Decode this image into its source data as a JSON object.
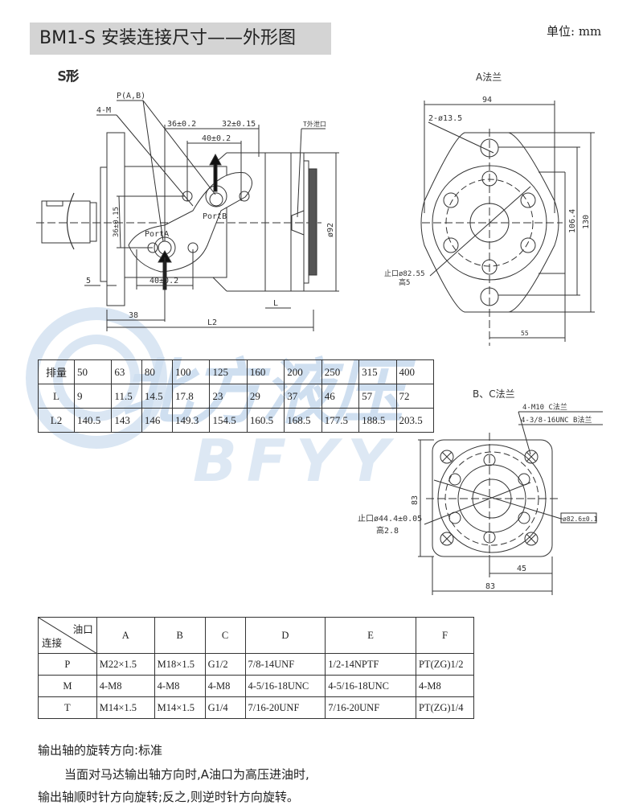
{
  "header": {
    "title": "BM1-S 安装连接尺寸——外形图",
    "unit": "单位: mm"
  },
  "watermark": {
    "cn": "北方液压",
    "en": "BFYY"
  },
  "side_view": {
    "label": "S形",
    "port_ab": "P(A,B)",
    "mount": "4-M",
    "d1": "36±0.2",
    "d2": "32±0.15",
    "d3": "40±0.2",
    "d4": "36±0.15",
    "d5": "40±0.2",
    "d6": "5",
    "d7": "38",
    "d8": "L2",
    "d9": "L",
    "d10": "ø92",
    "port_a": "PortA",
    "port_b": "PortB",
    "t_port": "T外泄口"
  },
  "flange_a": {
    "label": "A法兰",
    "w": "94",
    "holes": "2-ø13.5",
    "h1": "106.4",
    "h2": "130",
    "spigot": "止口ø82.55",
    "spigot_h": "高5",
    "offset": "55"
  },
  "flange_bc": {
    "label": "B、C法兰",
    "note1": "4-M10  C法兰",
    "note2": "4-3/8-16UNC  B法兰",
    "spigot": "止口ø44.4±0.05",
    "spigot_h": "高2.8",
    "pcd": "ø82.6±0.1",
    "h": "83",
    "w": "83",
    "offset": "45"
  },
  "disp_table": {
    "rows": [
      {
        "head": "排量",
        "cells": [
          "50",
          "63",
          "80",
          "100",
          "125",
          "160",
          "200",
          "250",
          "315",
          "400"
        ]
      },
      {
        "head": "L",
        "cells": [
          "9",
          "11.5",
          "14.5",
          "17.8",
          "23",
          "29",
          "37",
          "46",
          "57",
          "72"
        ]
      },
      {
        "head": "L2",
        "cells": [
          "140.5",
          "143",
          "146",
          "149.3",
          "154.5",
          "160.5",
          "168.5",
          "177.5",
          "188.5",
          "203.5"
        ]
      }
    ]
  },
  "port_table": {
    "corner_top": "油口",
    "corner_bottom": "连接",
    "columns": [
      "A",
      "B",
      "C",
      "D",
      "E",
      "F"
    ],
    "rows": [
      {
        "head": "P",
        "cells": [
          "M22×1.5",
          "M18×1.5",
          "G1/2",
          "7/8-14UNF",
          "1/2-14NPTF",
          "PT(ZG)1/2"
        ]
      },
      {
        "head": "M",
        "cells": [
          "4-M8",
          "4-M8",
          "4-M8",
          "4-5/16-18UNC",
          "4-5/16-18UNC",
          "4-M8"
        ]
      },
      {
        "head": "T",
        "cells": [
          "M14×1.5",
          "M14×1.5",
          "G1/4",
          "7/16-20UNF",
          "7/16-20UNF",
          "PT(ZG)1/4"
        ]
      }
    ]
  },
  "notes": [
    "输出轴的旋转方向:标准",
    "当面对马达输出轴方向时,A油口为高压进油时,",
    "输出轴顺时针方向旋转;反之,则逆时针方向旋转。"
  ]
}
